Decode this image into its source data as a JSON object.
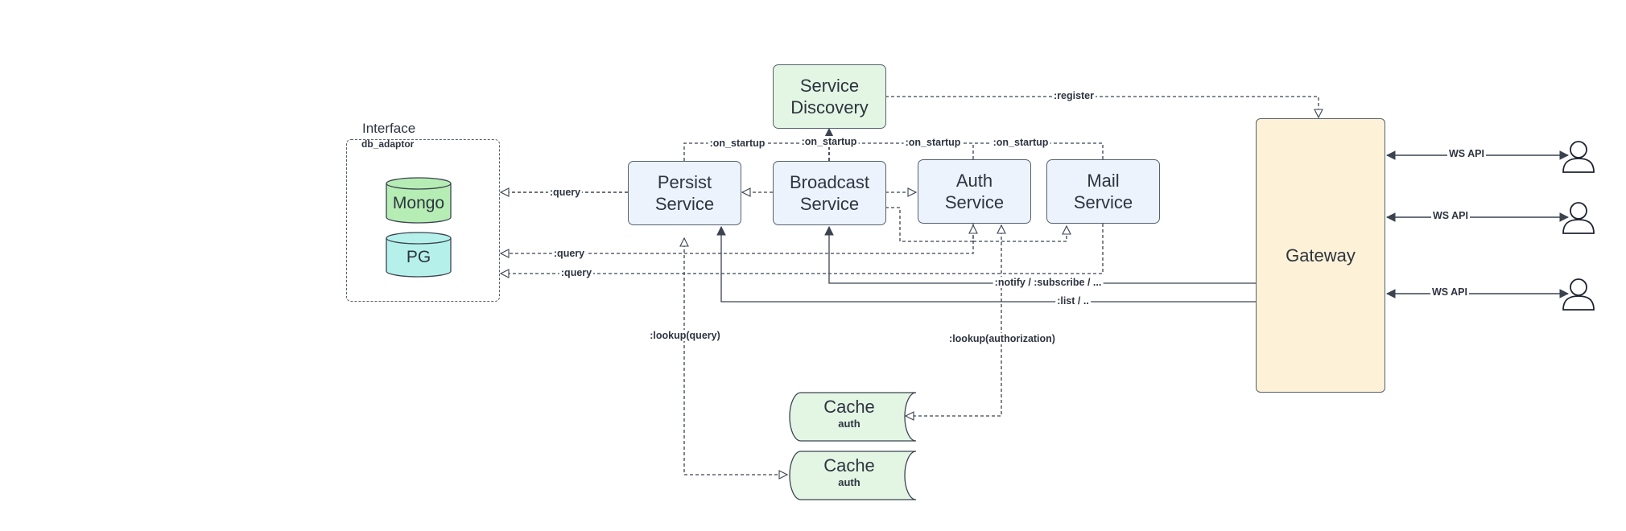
{
  "diagram": {
    "interface": {
      "title": "Interface",
      "subtitle": "db_adaptor"
    },
    "databases": {
      "mongo": "Mongo",
      "pg": "PG"
    },
    "services": {
      "service_discovery": [
        "Service",
        "Discovery"
      ],
      "persist": [
        "Persist",
        "Service"
      ],
      "broadcast": [
        "Broadcast",
        "Service"
      ],
      "auth": [
        "Auth",
        "Service"
      ],
      "mail": [
        "Mail",
        "Service"
      ],
      "gateway": "Gateway"
    },
    "caches": [
      {
        "title": "Cache",
        "sub": "auth"
      },
      {
        "title": "Cache",
        "sub": "auth"
      }
    ],
    "edge_labels": {
      "register": ":register",
      "on_startup_1": ":on_startup",
      "on_startup_2": ":on_startup",
      "on_startup_3": ":on_startup",
      "on_startup_4": ":on_startup",
      "query_1": ":query",
      "query_2": ":query",
      "query_3": ":query",
      "notify": ":notify / :subscribe / ...",
      "list": ":list / ..",
      "lookup_query": ":lookup(query)",
      "lookup_auth": ":lookup(authorization)",
      "ws_api_1": "WS API",
      "ws_api_2": "WS API",
      "ws_api_3": "WS API"
    },
    "colors": {
      "service_fill": "#ecf3fd",
      "discovery_fill": "#e3f6e4",
      "cache_fill": "#e3f6e4",
      "mongo_fill": "#b6edb4",
      "pg_fill": "#b5f1ea",
      "gateway_fill": "#fdf2d7",
      "line": "#3b4350"
    },
    "icons": [
      "user-icon",
      "user-icon",
      "user-icon"
    ]
  }
}
